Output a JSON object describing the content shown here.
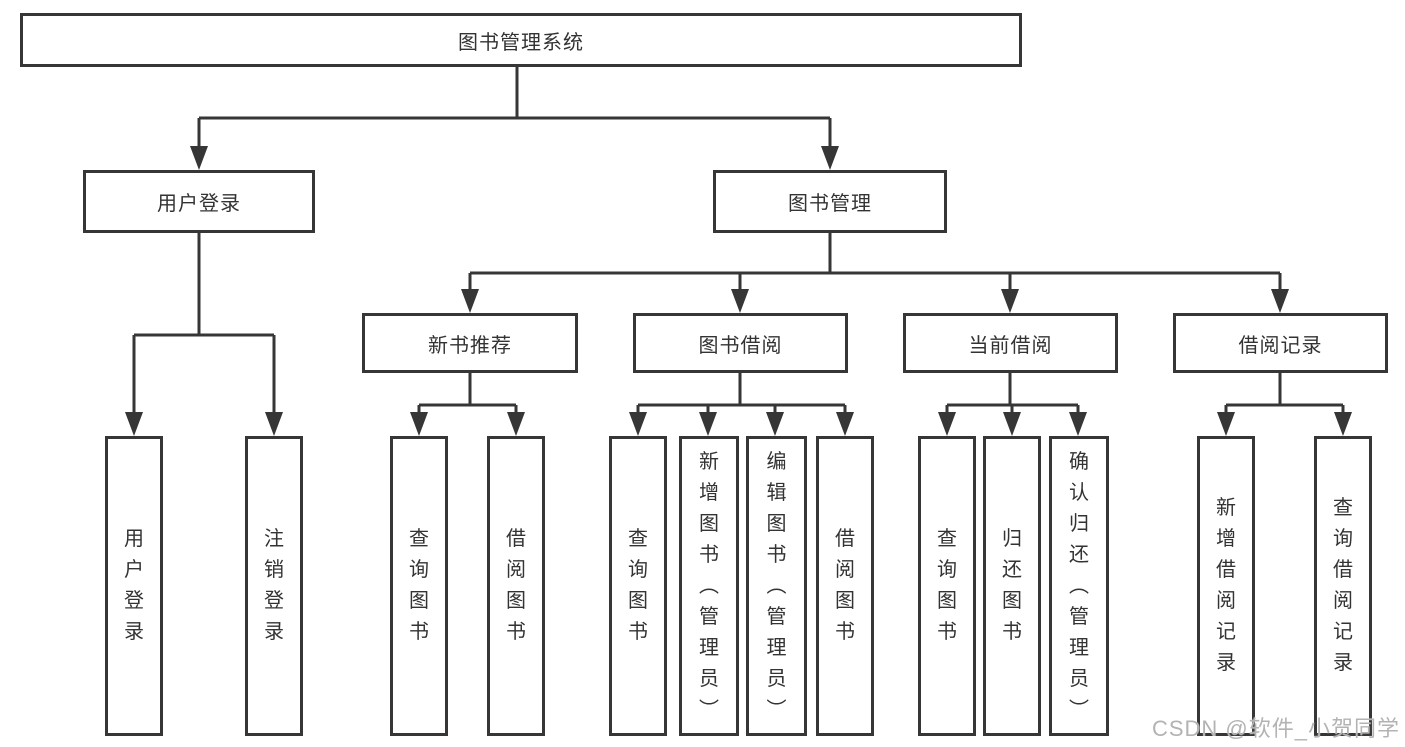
{
  "diagram": {
    "root": {
      "label": "图书管理系统",
      "children": [
        {
          "label": "用户登录",
          "children": [
            {
              "label": "用户登录"
            },
            {
              "label": "注销登录"
            }
          ]
        },
        {
          "label": "图书管理",
          "children": [
            {
              "label": "新书推荐",
              "children": [
                {
                  "label": "查询图书"
                },
                {
                  "label": "借阅图书"
                }
              ]
            },
            {
              "label": "图书借阅",
              "children": [
                {
                  "label": "查询图书"
                },
                {
                  "label": "新增图书（管理员）"
                },
                {
                  "label": "编辑图书（管理员）"
                },
                {
                  "label": "借阅图书"
                }
              ]
            },
            {
              "label": "当前借阅",
              "children": [
                {
                  "label": "查询图书"
                },
                {
                  "label": "归还图书"
                },
                {
                  "label": "确认归还（管理员）"
                }
              ]
            },
            {
              "label": "借阅记录",
              "children": [
                {
                  "label": "新增借阅记录"
                },
                {
                  "label": "查询借阅记录"
                }
              ]
            }
          ]
        }
      ]
    },
    "colors": {
      "line": "#363636",
      "box_border": "#363636",
      "text": "#333333",
      "watermark": "#b3b3b3",
      "background": "#ffffff"
    }
  },
  "watermark": {
    "text": "CSDN @软件_小贺同学"
  }
}
